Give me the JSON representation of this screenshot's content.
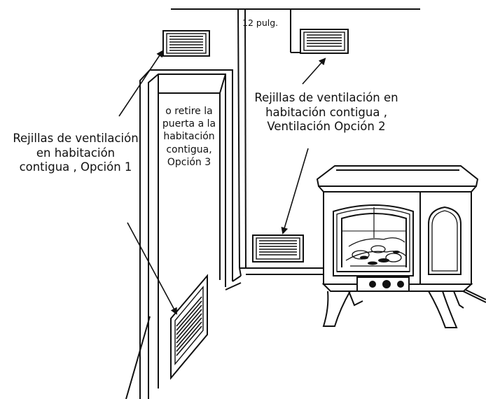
{
  "labels": {
    "option1": [
      "Rejillas de ventilación",
      "en habitación",
      "contigua , Opción 1"
    ],
    "option2": [
      "Rejillas de ventilación en",
      "habitación contigua ,",
      "Ventilación Opción 2"
    ],
    "option3": [
      "o retire la",
      "puerta a la",
      "habitación",
      "contigua,",
      "Opción 3"
    ],
    "clearance": "12 pulg."
  },
  "colors": {
    "line": "#111111",
    "background": "#ffffff"
  },
  "icons": [
    "vent-grille-icon",
    "fireplace-stove-icon",
    "arrow-icon"
  ]
}
